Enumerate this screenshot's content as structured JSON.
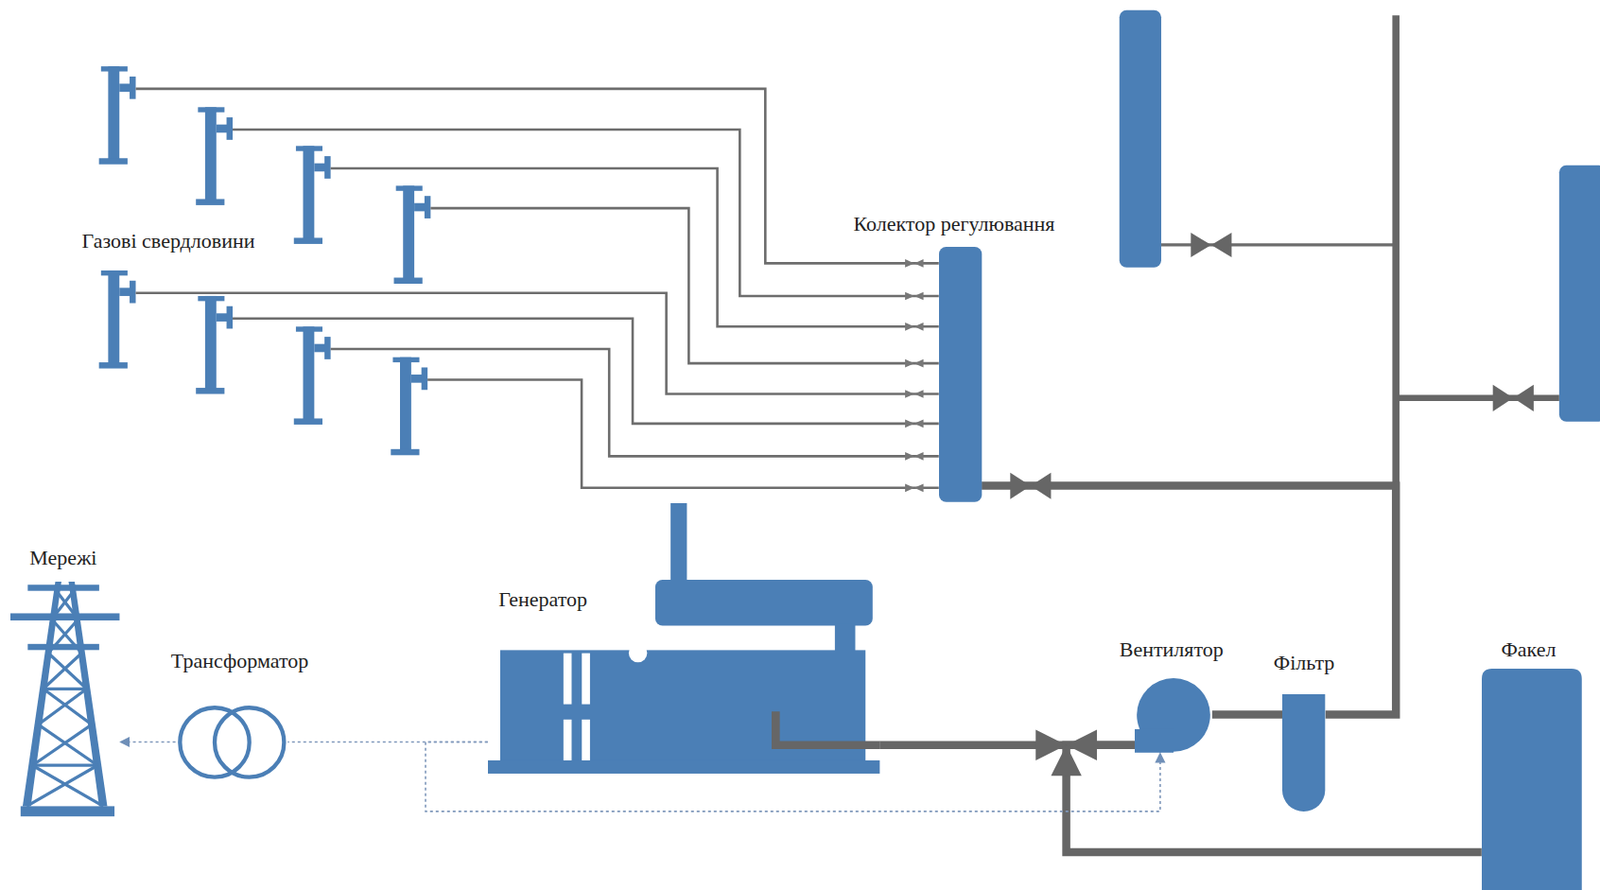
{
  "diagram": {
    "nodes": [
      {
        "text": [
          "Колектор регулювання"
        ]
      },
      {
        "text": [
          "Мережі"
        ]
      },
      {
        "text": [
          "Трансформатор"
        ]
      },
      {
        "text": [
          "Генератор"
        ]
      },
      {
        "text": [
          "Вентилятор"
        ]
      },
      {
        "text": [
          "Фільтр"
        ]
      },
      {
        "text": [
          "Факел"
        ]
      }
    ],
    "edges": [
      {
        "from": 0,
        "to": 5,
        "arrow": "none"
      },
      {
        "from": 5,
        "to": 4,
        "arrow": "none"
      },
      {
        "from": 4,
        "to": 3,
        "arrow": "none"
      },
      {
        "from": 4,
        "to": 6,
        "arrow": "none"
      },
      {
        "from": 3,
        "to": 2,
        "arrow": "none"
      },
      {
        "from": 2,
        "to": 1,
        "arrow": "to"
      },
      {
        "from": 3,
        "to": 4,
        "arrow": "to"
      }
    ],
    "labels": [
      "Газові свердловини"
    ]
  }
}
